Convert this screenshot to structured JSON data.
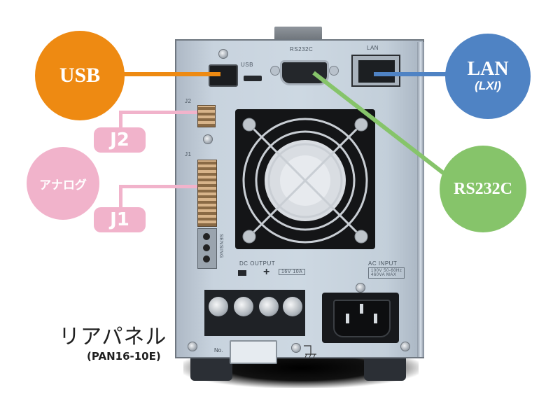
{
  "callouts": {
    "usb": {
      "label": "USB",
      "color": "#ee8a12"
    },
    "lan": {
      "label": "LAN",
      "sub": "LXI",
      "color": "#4f83c4"
    },
    "rs232c": {
      "label": "RS232C",
      "color": "#86c46a"
    },
    "analog": {
      "label": "アナログ",
      "color": "#f1b3cb"
    },
    "j2": {
      "label": "J2"
    },
    "j1": {
      "label": "J1"
    }
  },
  "device": {
    "port_labels": {
      "usb": "USB",
      "rs232c": "RS232C",
      "lan": "LAN",
      "j2": "J2",
      "j1": "J1",
      "sense": "SENSING",
      "dc_output": "DC OUTPUT",
      "dc_rating": "16V 10A",
      "plus": "+",
      "minus": "−",
      "ac_input": "AC INPUT",
      "ac_rating_1": "100V 50-60Hz",
      "ac_rating_2": "460VA MAX",
      "serial_no": "No."
    }
  },
  "caption": {
    "title": "リアパネル",
    "model": "(PAN16-10E)"
  }
}
